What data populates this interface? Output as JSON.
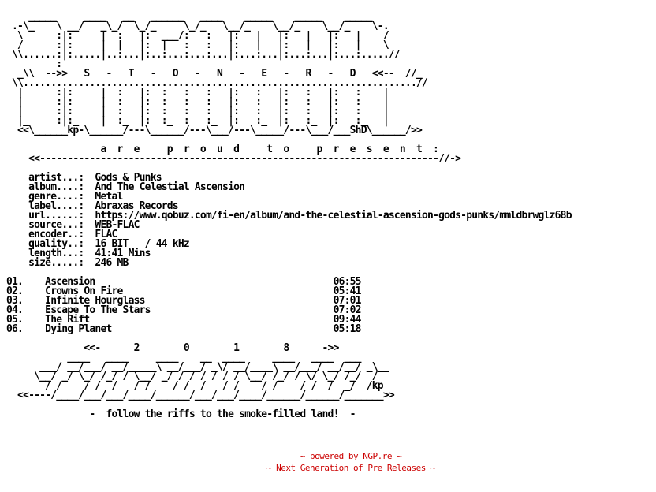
{
  "nfo": {
    "text": "    _____     ____   __   ______   ____    _____    _____    _____   \n .-\\_    \\ __/   _\\_/  \\_/_     \\_/_   \\__/_    \\__/_    \\__/_    \\-.\n  \\      :|:     |  :   |:  ___/:   :   |:   |   |:   |   |:   |    /\n  /      :|:     |  |   |:  |   :   :   |:   |   |:   |   |:   |    \\\n \\\\......:|:.....|..:...|:..:...:...:...|:...:...|:...:...|:...:.....//\n         :\n  _\\\\  -->>   S   -   T   -   O   -   N   -   E   -   R   -   D   <<--  //_\n \\\\.......................................................................//\n  |      :|:     |  :   |:  :   :   :   |:   :   |:   :   |:   :    |\n  |      :|:     |  :   |:  :   :   :   |:   :   |:   :   |:   :    |\n  |      :|:     |  :   |:  :   :   :   |:   :   |:   :   |:   :    |\n  |_     :|:_    |  :_  |:  :_  :   :_  |:   :_  |:   :_  |:   :_   |\n  <<\\______kp-\\______/---\\______/---\\___/---\\_____/---\\___/___ShD\\______/>>\n\n                 a  r  e     p  r  o  u  d     t  o     p  r  e  s  e  n  t  :\n    <<------------------------------------------------------------------------//->\n\n    artist...:  Gods & Punks\n    album....:  And The Celestial Ascension\n    genre....:  Metal\n    label....:  Abraxas Records\n    url......:  https://www.qobuz.com/fi-en/album/and-the-celestial-ascension-gods-punks/mmldbrwglz68b\n    source...:  WEB-FLAC\n    encoder..:  FLAC\n    quality..:  16 BIT   / 44 kHz\n    length...:  41:41 Mins\n    size.....:  246 MB\n\n01.    Ascension                                           06:55\n02.    Crowns On Fire                                      05:41\n03.    Infinite Hourglass                                  07:01\n04.    Escape To The Stars                                 07:02\n05.    The Rift                                            09:44\n06.    Dying Planet                                        05:18\n\n              <<-      2        0        1        8      ->>\n           ____   ____     ____    __  ____     ____   ____  ___\n      ___/ __/___/ __/_____\\ __/___/ _\\/ __/____\\ __/___/ __/__/ _\\__\n     \\__/ _/ \\_/ /_/ / \\__/ _/ / / / / / / \\__/ /_/ / \\/ \\_/ /_/  /\n       / /    / /  /   / /    / /  /   / /    / /    / /  /  _/  /kp\n  <<----/____/___/___/____/______/___/___/____/______/______/_______>>\n\n               -  follow the riffs to the smoke-filled land!  -"
  },
  "footer": {
    "line1": "~ powered by NGP.re ~",
    "line2": "~ Next Generation of Pre Releases ~",
    "color": "#cc0000"
  }
}
